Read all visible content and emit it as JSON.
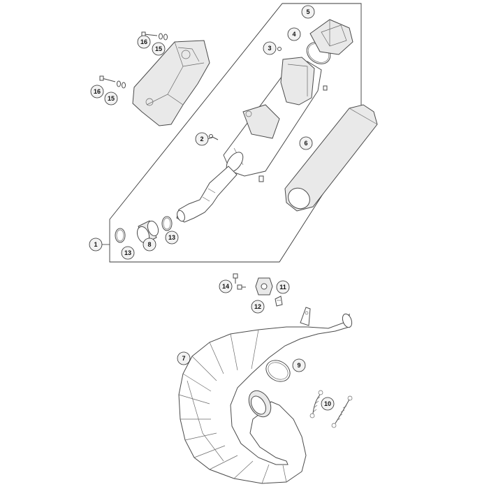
{
  "callouts": [
    {
      "id": "c1",
      "label": "1"
    },
    {
      "id": "c2",
      "label": "2"
    },
    {
      "id": "c3",
      "label": "3"
    },
    {
      "id": "c4",
      "label": "4"
    },
    {
      "id": "c5",
      "label": "5"
    },
    {
      "id": "c6",
      "label": "6"
    },
    {
      "id": "c7",
      "label": "7"
    },
    {
      "id": "c8",
      "label": "8"
    },
    {
      "id": "c9",
      "label": "9"
    },
    {
      "id": "c10",
      "label": "10"
    },
    {
      "id": "c11",
      "label": "11"
    },
    {
      "id": "c12",
      "label": "12"
    },
    {
      "id": "c13a",
      "label": "13"
    },
    {
      "id": "c13b",
      "label": "13"
    },
    {
      "id": "c14",
      "label": "14"
    },
    {
      "id": "c15a",
      "label": "15"
    },
    {
      "id": "c15b",
      "label": "15"
    },
    {
      "id": "c16a",
      "label": "16"
    },
    {
      "id": "c16b",
      "label": "16"
    }
  ],
  "colors": {
    "line": "#4a4a4a",
    "callout_fill": "#f2f2f2",
    "background": "#ffffff"
  }
}
